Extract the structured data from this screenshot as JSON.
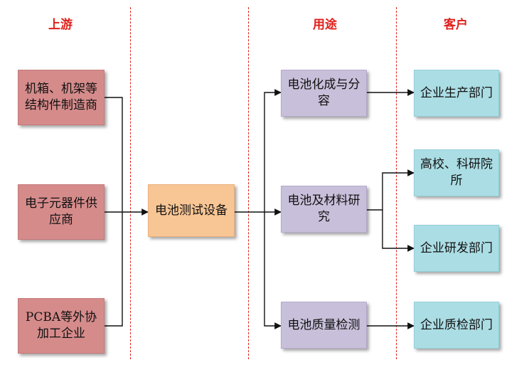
{
  "headers": {
    "upstream": "上游",
    "usage": "用途",
    "customer": "客户"
  },
  "upstream": [
    "机箱、机架等结构件制造商",
    "电子元器件供应商",
    "PCBA等外协加工企业"
  ],
  "center": "电池测试设备",
  "usage": [
    "电池化成与分容",
    "电池及材料研究",
    "电池质量检测"
  ],
  "customers": [
    "企业生产部门",
    "高校、科研院所",
    "企业研发部门",
    "企业质检部门"
  ],
  "colors": {
    "header_text": "#e0201b",
    "divider": "#e0201b",
    "upstream_fill": "#d68b8b",
    "center_fill": "#f8c594",
    "usage_fill": "#c8bfda",
    "customer_fill": "#abdde4",
    "connector": "#111111"
  }
}
